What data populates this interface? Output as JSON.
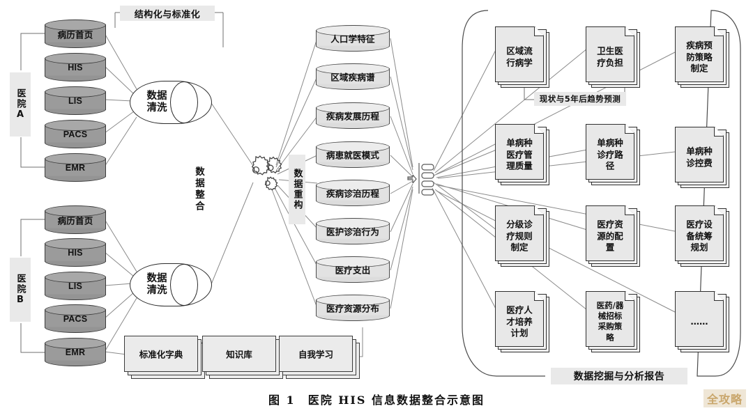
{
  "figure": {
    "caption": "图 1　医院 HIS 信息数据整合示意图",
    "watermark": "全攻略"
  },
  "labels": {
    "structuring": "结构化与标准化",
    "integration": "数据整合",
    "reconstruction": "数据重构",
    "trend_forecast": "现状与5年后趋势预测",
    "report_group": "数据挖掘与分析报告",
    "hospital_a": "医院A",
    "hospital_b": "医院B"
  },
  "hospital_a": {
    "name": "医院A",
    "sources": [
      {
        "label": "病历首页",
        "type": "cn"
      },
      {
        "label": "HIS",
        "type": "en"
      },
      {
        "label": "LIS",
        "type": "en"
      },
      {
        "label": "PACS",
        "type": "en"
      },
      {
        "label": "EMR",
        "type": "en"
      }
    ],
    "process": "数据清洗"
  },
  "hospital_b": {
    "name": "医院B",
    "sources": [
      {
        "label": "病历首页",
        "type": "cn"
      },
      {
        "label": "HIS",
        "type": "en"
      },
      {
        "label": "LIS",
        "type": "en"
      },
      {
        "label": "PACS",
        "type": "en"
      },
      {
        "label": "EMR",
        "type": "en"
      }
    ],
    "process": "数据清洗"
  },
  "support_boxes": [
    {
      "label": "标准化字典"
    },
    {
      "label": "知识库"
    },
    {
      "label": "自我学习"
    }
  ],
  "reconstructed_datasets": [
    {
      "label": "人口学特征"
    },
    {
      "label": "区域疾病谱"
    },
    {
      "label": "疾病发展历程"
    },
    {
      "label": "病患就医模式"
    },
    {
      "label": "疾病诊治历程"
    },
    {
      "label": "医护诊治行为"
    },
    {
      "label": "医疗支出"
    },
    {
      "label": "医疗资源分布"
    }
  ],
  "reports": [
    {
      "label": "区域流\n行病学",
      "row": 1,
      "col": 1
    },
    {
      "label": "卫生医\n疗负担",
      "row": 1,
      "col": 2
    },
    {
      "label": "疾病预\n防策略\n制定",
      "row": 1,
      "col": 3
    },
    {
      "label": "单病种\n医疗管\n理质量",
      "row": 2,
      "col": 1
    },
    {
      "label": "单病种\n诊疗路\n径",
      "row": 2,
      "col": 2
    },
    {
      "label": "单病种\n诊控费",
      "row": 2,
      "col": 3
    },
    {
      "label": "分级诊\n疗规则\n制定",
      "row": 3,
      "col": 1
    },
    {
      "label": "医疗资\n源的配\n置",
      "row": 3,
      "col": 2
    },
    {
      "label": "医疗设\n备统筹\n规划",
      "row": 3,
      "col": 3
    },
    {
      "label": "医疗人\n才培养\n计划",
      "row": 4,
      "col": 1
    },
    {
      "label": "医药/器\n械招标\n采购策\n略",
      "row": 4,
      "col": 2
    },
    {
      "label": "……",
      "row": 4,
      "col": 3
    }
  ],
  "icons": {
    "gears": "gears-icon",
    "list_arrow": "arrow-list-icon"
  },
  "colors": {
    "source_cylinder": "#9b9b9b",
    "light_cylinder": "#e2e2e2",
    "document": "#e8e8e8",
    "stroke": "#2e2e2e",
    "band": "#e9e9e9",
    "watermark": "#c9a66b"
  }
}
